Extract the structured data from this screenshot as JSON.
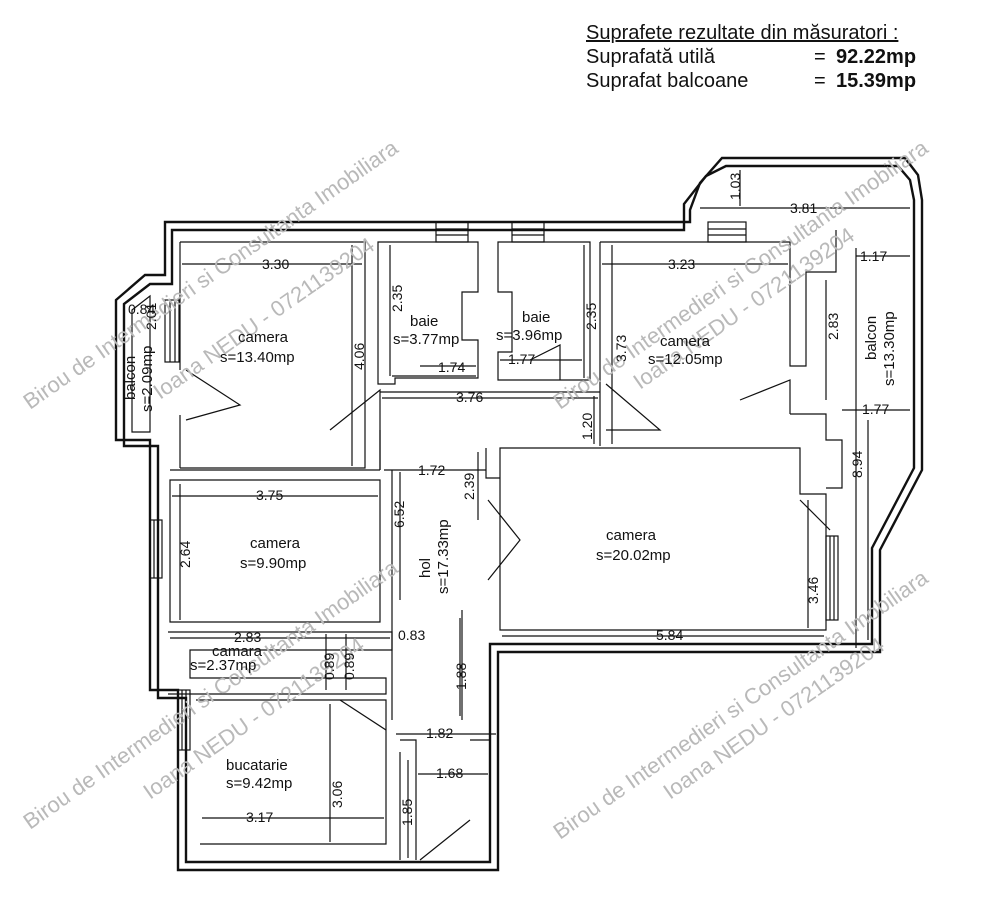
{
  "summary": {
    "title": "Suprafete rezultate din măsuratori :",
    "useful_label": "Suprafată utilă",
    "useful_value": "92.22mp",
    "balcony_label": "Suprafat balcoane",
    "balcony_value": "15.39mp",
    "equals": "="
  },
  "watermark": {
    "line1": "Birou de Intermedieri si Consultanta Imobiliara",
    "line2": "Ioana NEDU - 0721139204"
  },
  "rooms": {
    "camera_tl": {
      "name": "camera",
      "area": "s=13.40mp"
    },
    "baie_1": {
      "name": "baie",
      "area": "s=3.77mp"
    },
    "baie_2": {
      "name": "baie",
      "area": "s=3.96mp"
    },
    "camera_tr": {
      "name": "camera",
      "area": "s=12.05mp"
    },
    "balcon_left": {
      "name": "balcon",
      "area": "s=2.09mp"
    },
    "balcon_right": {
      "name": "balcon",
      "area": "s=13.30mp"
    },
    "camera_ml": {
      "name": "camera",
      "area": "s=9.90mp"
    },
    "camera_big": {
      "name": "camera",
      "area": "s=20.02mp"
    },
    "hol": {
      "name": "hol",
      "area": "s=17.33mp"
    },
    "camara": {
      "name": "camara",
      "area": "s=2.37mp"
    },
    "bucatarie": {
      "name": "bucatarie",
      "area": "s=9.42mp"
    }
  },
  "dimensions": {
    "d330": "3.30",
    "d406": "4.06",
    "d235a": "2.35",
    "d174": "1.74",
    "d235b": "2.35",
    "d177a": "1.77",
    "d373": "3.73",
    "d323": "3.23",
    "d283a": "2.83",
    "d376": "3.76",
    "d120": "1.20",
    "d084": "0.84",
    "d201": "2.01",
    "d103": "1.03",
    "d381": "3.81",
    "d117": "1.17",
    "d177b": "1.77",
    "d894": "8.94",
    "d172": "1.72",
    "d375": "3.75",
    "d264": "2.64",
    "d652": "6.52",
    "d239": "2.39",
    "d346": "3.46",
    "d584": "5.84",
    "d283b": "2.83",
    "d089a": "0.89",
    "d089b": "0.89",
    "d083": "0.83",
    "d188": "1.88",
    "d182": "1.82",
    "d168": "1.68",
    "d306": "3.06",
    "d317": "3.17",
    "d185": "1.85"
  }
}
